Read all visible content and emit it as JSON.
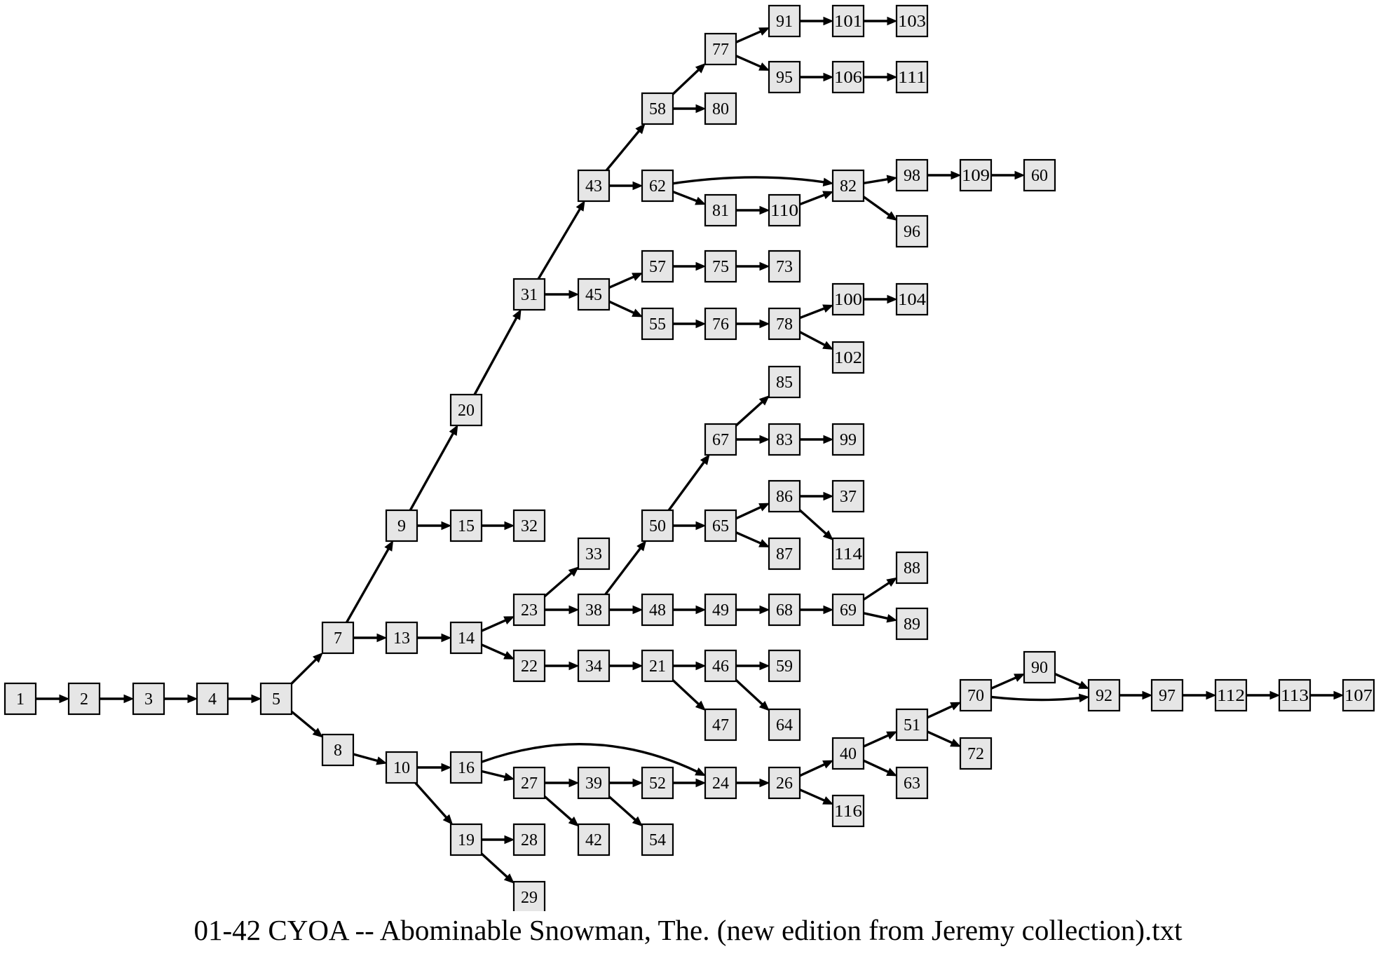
{
  "caption": "01-42 CYOA -- Abominable Snowman, The. (new edition from Jeremy collection).txt",
  "colors": {
    "node_fill": "#e6e6e6",
    "stroke": "#000000"
  },
  "nodes": [
    "1",
    "2",
    "3",
    "4",
    "5",
    "7",
    "8",
    "9",
    "13",
    "10",
    "20",
    "15",
    "14",
    "16",
    "19",
    "31",
    "32",
    "23",
    "22",
    "24",
    "27",
    "28",
    "29",
    "43",
    "45",
    "33",
    "38",
    "34",
    "26",
    "39",
    "42",
    "58",
    "62",
    "57",
    "55",
    "50",
    "48",
    "21",
    "40",
    "116",
    "52",
    "54",
    "77",
    "80",
    "81",
    "75",
    "76",
    "67",
    "65",
    "49",
    "46",
    "47",
    "51",
    "63",
    "91",
    "95",
    "82",
    "110",
    "73",
    "78",
    "85",
    "83",
    "86",
    "87",
    "68",
    "59",
    "64",
    "70",
    "72",
    "101",
    "106",
    "98",
    "96",
    "100",
    "102",
    "99",
    "37",
    "114",
    "69",
    "90",
    "103",
    "111",
    "109",
    "104",
    "88",
    "89",
    "92",
    "60",
    "97",
    "112",
    "113",
    "107"
  ],
  "edges": [
    [
      "1",
      "2"
    ],
    [
      "2",
      "3"
    ],
    [
      "3",
      "4"
    ],
    [
      "4",
      "5"
    ],
    [
      "5",
      "7"
    ],
    [
      "5",
      "8"
    ],
    [
      "7",
      "9"
    ],
    [
      "7",
      "13"
    ],
    [
      "8",
      "10"
    ],
    [
      "9",
      "20"
    ],
    [
      "9",
      "15"
    ],
    [
      "13",
      "14"
    ],
    [
      "10",
      "16"
    ],
    [
      "10",
      "19"
    ],
    [
      "20",
      "31"
    ],
    [
      "15",
      "32"
    ],
    [
      "14",
      "23"
    ],
    [
      "14",
      "22"
    ],
    [
      "16",
      "24"
    ],
    [
      "16",
      "27"
    ],
    [
      "19",
      "28"
    ],
    [
      "19",
      "29"
    ],
    [
      "31",
      "43"
    ],
    [
      "31",
      "45"
    ],
    [
      "23",
      "33"
    ],
    [
      "23",
      "38"
    ],
    [
      "22",
      "34"
    ],
    [
      "24",
      "26"
    ],
    [
      "27",
      "39"
    ],
    [
      "27",
      "42"
    ],
    [
      "43",
      "58"
    ],
    [
      "43",
      "62"
    ],
    [
      "45",
      "57"
    ],
    [
      "45",
      "55"
    ],
    [
      "38",
      "50"
    ],
    [
      "38",
      "48"
    ],
    [
      "34",
      "21"
    ],
    [
      "26",
      "40"
    ],
    [
      "26",
      "116"
    ],
    [
      "39",
      "52"
    ],
    [
      "39",
      "54"
    ],
    [
      "52",
      "24"
    ],
    [
      "58",
      "77"
    ],
    [
      "58",
      "80"
    ],
    [
      "62",
      "82"
    ],
    [
      "62",
      "81"
    ],
    [
      "57",
      "75"
    ],
    [
      "55",
      "76"
    ],
    [
      "50",
      "67"
    ],
    [
      "50",
      "65"
    ],
    [
      "48",
      "49"
    ],
    [
      "21",
      "46"
    ],
    [
      "21",
      "47"
    ],
    [
      "40",
      "51"
    ],
    [
      "40",
      "63"
    ],
    [
      "77",
      "91"
    ],
    [
      "77",
      "95"
    ],
    [
      "81",
      "110"
    ],
    [
      "110",
      "82"
    ],
    [
      "75",
      "73"
    ],
    [
      "76",
      "78"
    ],
    [
      "67",
      "85"
    ],
    [
      "67",
      "83"
    ],
    [
      "65",
      "86"
    ],
    [
      "65",
      "87"
    ],
    [
      "49",
      "68"
    ],
    [
      "46",
      "59"
    ],
    [
      "46",
      "64"
    ],
    [
      "51",
      "70"
    ],
    [
      "51",
      "72"
    ],
    [
      "91",
      "101"
    ],
    [
      "95",
      "106"
    ],
    [
      "82",
      "98"
    ],
    [
      "82",
      "96"
    ],
    [
      "78",
      "100"
    ],
    [
      "78",
      "102"
    ],
    [
      "83",
      "99"
    ],
    [
      "86",
      "37"
    ],
    [
      "86",
      "114"
    ],
    [
      "68",
      "69"
    ],
    [
      "70",
      "90"
    ],
    [
      "70",
      "92"
    ],
    [
      "101",
      "103"
    ],
    [
      "106",
      "111"
    ],
    [
      "98",
      "109"
    ],
    [
      "100",
      "104"
    ],
    [
      "69",
      "88"
    ],
    [
      "69",
      "89"
    ],
    [
      "90",
      "92"
    ],
    [
      "109",
      "60"
    ],
    [
      "92",
      "97"
    ],
    [
      "97",
      "112"
    ],
    [
      "112",
      "113"
    ],
    [
      "113",
      "107"
    ]
  ]
}
